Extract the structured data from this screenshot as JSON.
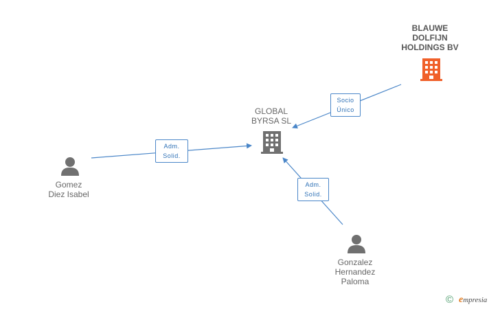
{
  "nodes": {
    "global_byrsa": {
      "name_lines": [
        "GLOBAL",
        "BYRSA SL"
      ],
      "type": "company",
      "color": "#707070"
    },
    "blauwe": {
      "name_lines": [
        "BLAUWE",
        "DOLFIJN",
        "HOLDINGS BV"
      ],
      "type": "company",
      "color": "#f0602a"
    },
    "gomez": {
      "name_lines": [
        "Gomez",
        "Diez Isabel"
      ],
      "type": "person",
      "color": "#707070"
    },
    "gonzalez": {
      "name_lines": [
        "Gonzalez",
        "Hernandez",
        "Paloma"
      ],
      "type": "person",
      "color": "#707070"
    }
  },
  "edges": {
    "socio": {
      "lines": [
        "Socio",
        "Único"
      ],
      "from": "blauwe",
      "to": "global_byrsa"
    },
    "adm_gomez": {
      "lines": [
        "Adm.",
        "Solid."
      ],
      "from": "gomez",
      "to": "global_byrsa"
    },
    "adm_gonzalez": {
      "lines": [
        "Adm.",
        "Solid."
      ],
      "from": "gonzalez",
      "to": "global_byrsa"
    }
  },
  "edge_color": "#4a86c8",
  "footer": {
    "copyright_symbol": "©",
    "brand_first": "e",
    "brand_rest": "mpresia"
  }
}
